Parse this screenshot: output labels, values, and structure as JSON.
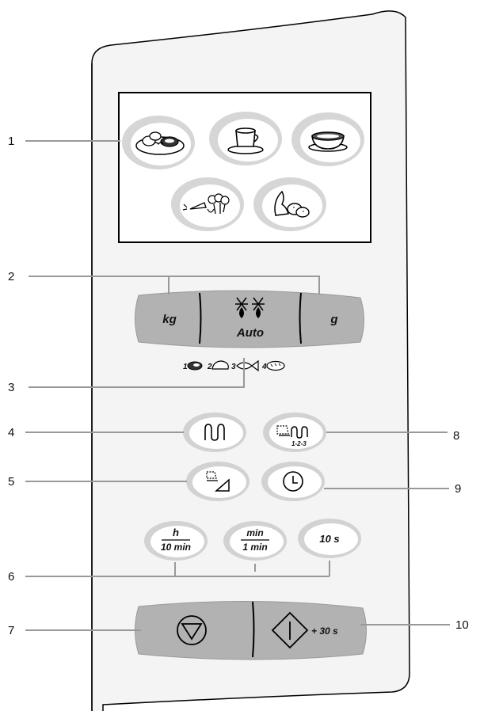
{
  "callouts": {
    "c1": "1",
    "c2": "2",
    "c3": "3",
    "c4": "4",
    "c5": "5",
    "c6": "6",
    "c7": "7",
    "c8": "8",
    "c9": "9",
    "c10": "10"
  },
  "weight_bar": {
    "left": "kg",
    "center": "Auto",
    "right": "g"
  },
  "defrost_programs": {
    "p1": "1",
    "p2": "2",
    "p3": "3",
    "p4": "4"
  },
  "cooking_buttons": {
    "combi_label": "1-2-3"
  },
  "time_buttons": {
    "hours_top": "h",
    "hours_bottom": "10 min",
    "minutes_top": "min",
    "minutes_bottom": "1 min",
    "seconds": "10 s"
  },
  "start_bar": {
    "plus30": "+ 30 s"
  },
  "colors": {
    "panel_bar": "#b2b2b2",
    "halo": "#d2d2d2",
    "outline": "#000000"
  },
  "icons": [
    "plate-meal-icon",
    "coffee-cup-icon",
    "soup-bowl-icon",
    "vegetables-icon",
    "potatoes-icon",
    "snowflake-drop-icon",
    "meat-icon",
    "poultry-icon",
    "fish-icon",
    "bread-icon",
    "microwave-wave-icon",
    "grill-combi-icon",
    "grill-icon",
    "clock-icon",
    "stop-icon",
    "start-icon"
  ]
}
